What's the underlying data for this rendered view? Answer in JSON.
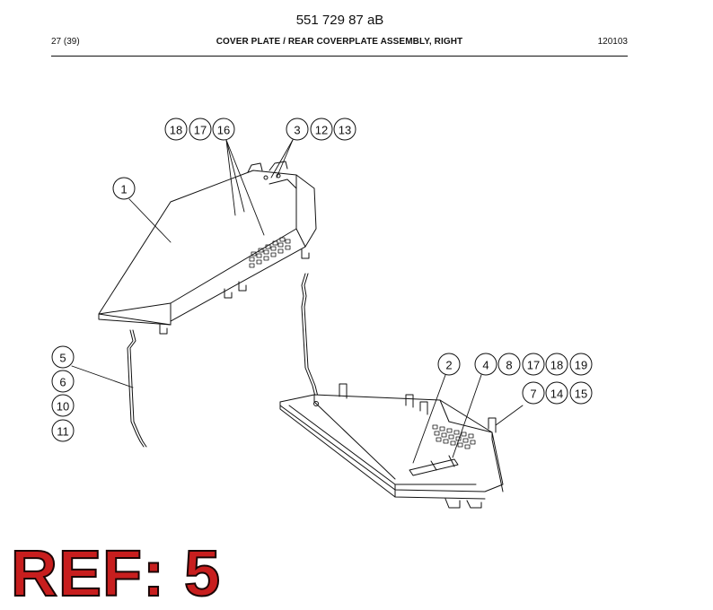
{
  "header": {
    "doc_number": "551 729 87 aB",
    "page_num": "27 (39)",
    "title": "COVER PLATE / REAR COVERPLATE ASSEMBLY, RIGHT",
    "doc_date": "120103"
  },
  "callouts": {
    "top_left": [
      "18",
      "17",
      "16"
    ],
    "top_right": [
      "3",
      "12",
      "13"
    ],
    "cover": [
      "1"
    ],
    "rod_left": [
      "5",
      "6",
      "10",
      "11"
    ],
    "lower_mid": [
      "2"
    ],
    "lower_right_a": [
      "4",
      "8",
      "17",
      "18",
      "19"
    ],
    "lower_right_b": [
      "7",
      "14",
      "15"
    ]
  },
  "ref_label": "REF: 5",
  "colors": {
    "ref": "#c81e1e",
    "line": "#111111"
  }
}
